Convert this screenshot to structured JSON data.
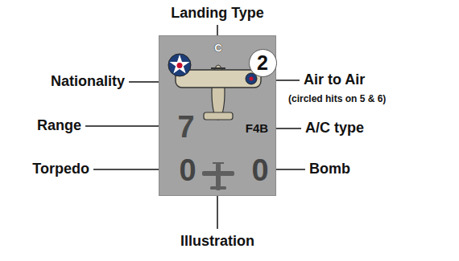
{
  "diagram": {
    "nodes": [
      {
        "text": [
          "C",
          "7",
          "F4B",
          "0",
          "0"
        ]
      },
      {
        "text": [
          "2"
        ],
        "in": 0
      }
    ],
    "labels": [
      "Landing Type",
      "Nationality",
      "Air to Air",
      "(circled hits on 5 & 6)",
      "Range",
      "A/C type",
      "Torpedo",
      "Bomb",
      "Illustration"
    ]
  }
}
